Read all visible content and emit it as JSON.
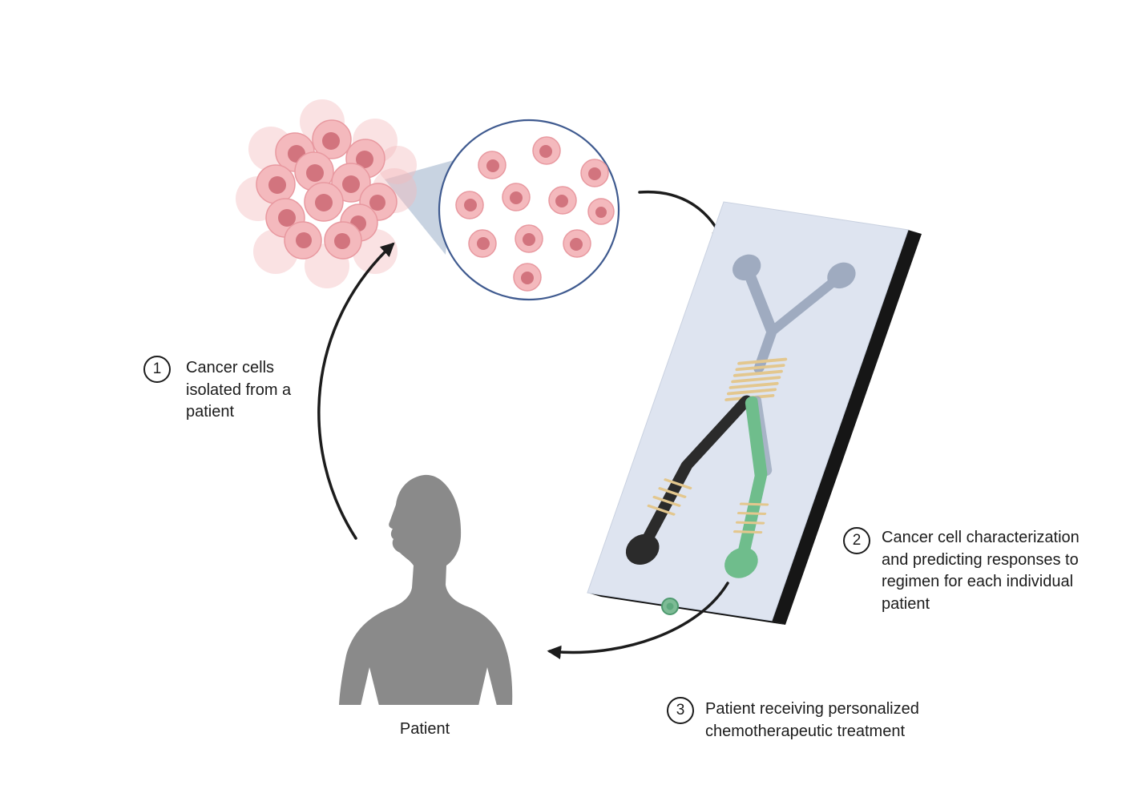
{
  "diagram": {
    "steps": [
      {
        "number": "1",
        "text": "Cancer cells isolated from a patient"
      },
      {
        "number": "2",
        "text": "Cancer cell characterization and predicting responses to regimen for each individual patient"
      },
      {
        "number": "3",
        "text": "Patient receiving personalized chemotherapeutic treatment"
      }
    ],
    "patient_label": "Patient"
  },
  "colors": {
    "ink": "#1c1c1c",
    "cellPink": "#f4b9bd",
    "cellEdge": "#e899a0",
    "cellNucleus": "#d2747e",
    "magnifierRing": "#3f5a8f",
    "wedge": "#b9c6d8",
    "chipFace": "#dee4f0",
    "chipGray": "#9aa7bd",
    "chipSide": "#161616",
    "pillar": "#e3c78e",
    "channelBlack": "#2b2b2b",
    "channelGreen": "#6fbd8c",
    "outletGreen": "#7dbb95",
    "silhouette": "#8a8a8a"
  }
}
